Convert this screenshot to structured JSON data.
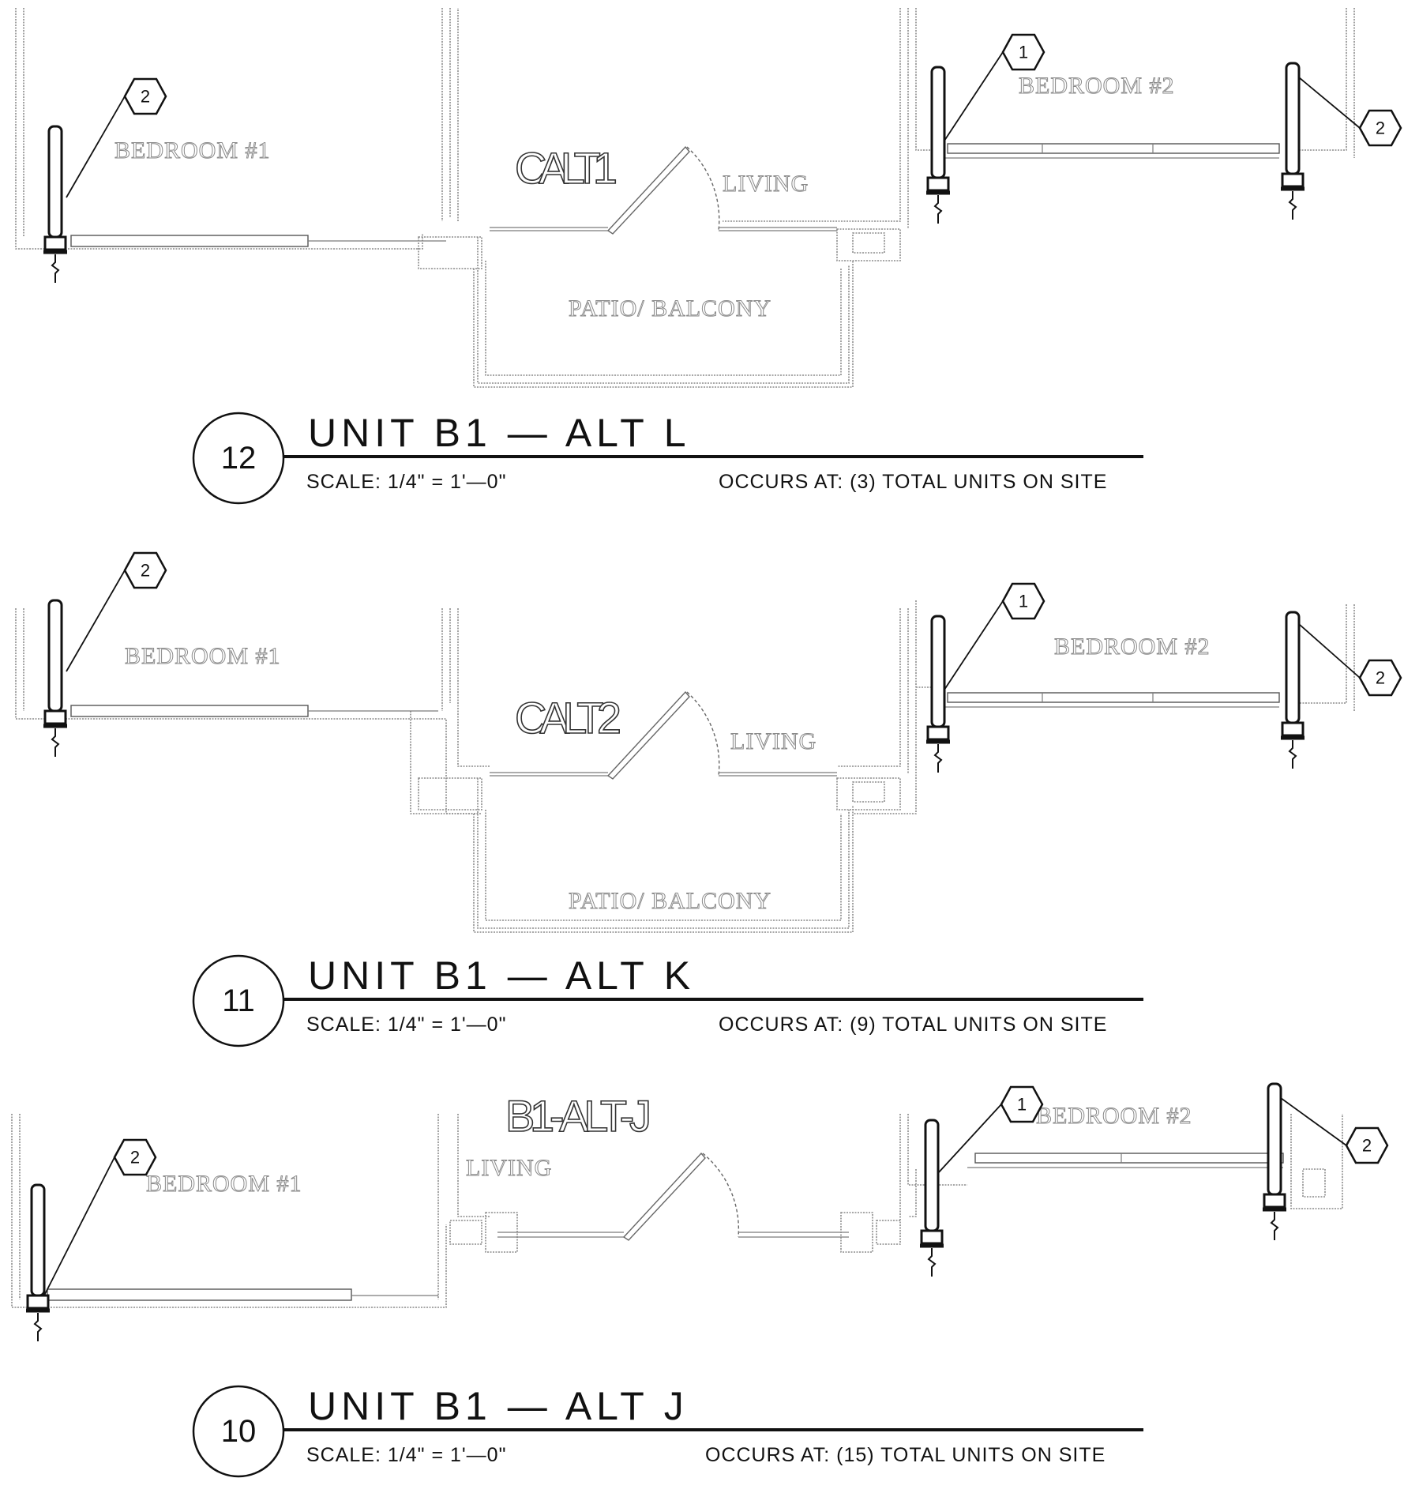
{
  "details": [
    {
      "number": "12",
      "title": "UNIT  B1  —  ALT  L",
      "scale": "SCALE: 1/4\"  =  1'—0\"",
      "occurs": "OCCURS  AT:  (3)  TOTAL  UNITS  ON  SITE",
      "tag": "CALT1",
      "rooms": {
        "bedroom1": "BEDROOM #1",
        "bedroom2": "BEDROOM #2",
        "living": "LIVING",
        "patio": "PATIO/ BALCONY"
      },
      "callouts": [
        "2",
        "1",
        "2"
      ]
    },
    {
      "number": "11",
      "title": "UNIT  B1  —  ALT  K",
      "scale": "SCALE: 1/4\"  =  1'—0\"",
      "occurs": "OCCURS  AT:  (9)  TOTAL  UNITS  ON  SITE",
      "tag": "CALT2",
      "rooms": {
        "bedroom1": "BEDROOM #1",
        "bedroom2": "BEDROOM #2",
        "living": "LIVING",
        "patio": "PATIO/ BALCONY"
      },
      "callouts": [
        "2",
        "1",
        "2"
      ]
    },
    {
      "number": "10",
      "title": "UNIT  B1  —  ALT  J",
      "scale": "SCALE: 1/4\"  =  1'—0\"",
      "occurs": "OCCURS  AT:  (15)  TOTAL  UNITS  ON  SITE",
      "tag": "B1-ALT-J",
      "rooms": {
        "bedroom1": "BEDROOM #1",
        "bedroom2": "BEDROOM #2",
        "living": "LIVING"
      },
      "callouts": [
        "2",
        "1",
        "2"
      ]
    }
  ]
}
